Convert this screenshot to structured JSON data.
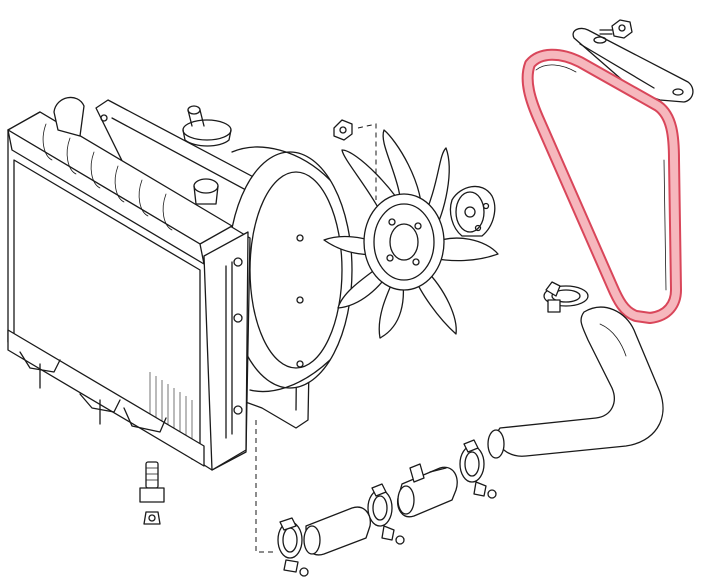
{
  "diagram": {
    "parts": [
      {
        "id": "radiator",
        "icon": "radiator-icon"
      },
      {
        "id": "radiator-cap",
        "icon": "radiator-cap-icon"
      },
      {
        "id": "fan-shroud",
        "icon": "fan-shroud-icon"
      },
      {
        "id": "cooling-fan",
        "icon": "fan-icon"
      },
      {
        "id": "fan-pulley",
        "icon": "pulley-icon"
      },
      {
        "id": "drive-belt",
        "icon": "v-belt-icon",
        "highlighted": true
      },
      {
        "id": "adjusting-bracket",
        "icon": "bracket-icon"
      },
      {
        "id": "bracket-bolt",
        "icon": "bolt-icon"
      },
      {
        "id": "fan-nut",
        "icon": "nut-icon"
      },
      {
        "id": "upper-hose",
        "icon": "hose-icon"
      },
      {
        "id": "lower-hose",
        "icon": "hose-icon"
      },
      {
        "id": "hose-clamps",
        "icon": "clamp-icon"
      },
      {
        "id": "drain-cock",
        "icon": "drain-plug-icon"
      },
      {
        "id": "water-pipe",
        "icon": "pipe-icon"
      }
    ],
    "colors": {
      "line": "#1a1a1a",
      "belt_highlight": "#f6b7bd",
      "belt_outline": "#d9465a",
      "background": "#ffffff"
    }
  }
}
